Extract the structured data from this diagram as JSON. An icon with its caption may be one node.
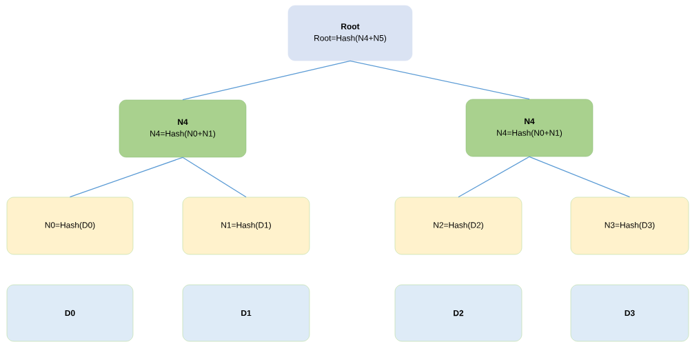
{
  "diagram": {
    "nodes": [
      {
        "text": [
          "Root",
          "Root=Hash(N4+N5)"
        ]
      },
      {
        "text": [
          "N4",
          "N4=Hash(N0+N1)"
        ]
      },
      {
        "text": [
          "N4",
          "N4=Hash(N0+N1)"
        ]
      },
      {
        "text": [
          "N0=Hash(D0)"
        ]
      },
      {
        "text": [
          "N1=Hash(D1)"
        ]
      },
      {
        "text": [
          "N2=Hash(D2)"
        ]
      },
      {
        "text": [
          "N3=Hash(D3)"
        ]
      },
      {
        "text": [
          "D0"
        ]
      },
      {
        "text": [
          "D1"
        ]
      },
      {
        "text": [
          "D2"
        ]
      },
      {
        "text": [
          "D3"
        ]
      }
    ],
    "edges": [
      {
        "from": 0,
        "to": 1,
        "arrow": "none"
      },
      {
        "from": 0,
        "to": 2,
        "arrow": "none"
      },
      {
        "from": 1,
        "to": 3,
        "arrow": "none"
      },
      {
        "from": 1,
        "to": 4,
        "arrow": "none"
      },
      {
        "from": 2,
        "to": 5,
        "arrow": "none"
      },
      {
        "from": 2,
        "to": 6,
        "arrow": "none"
      }
    ]
  }
}
